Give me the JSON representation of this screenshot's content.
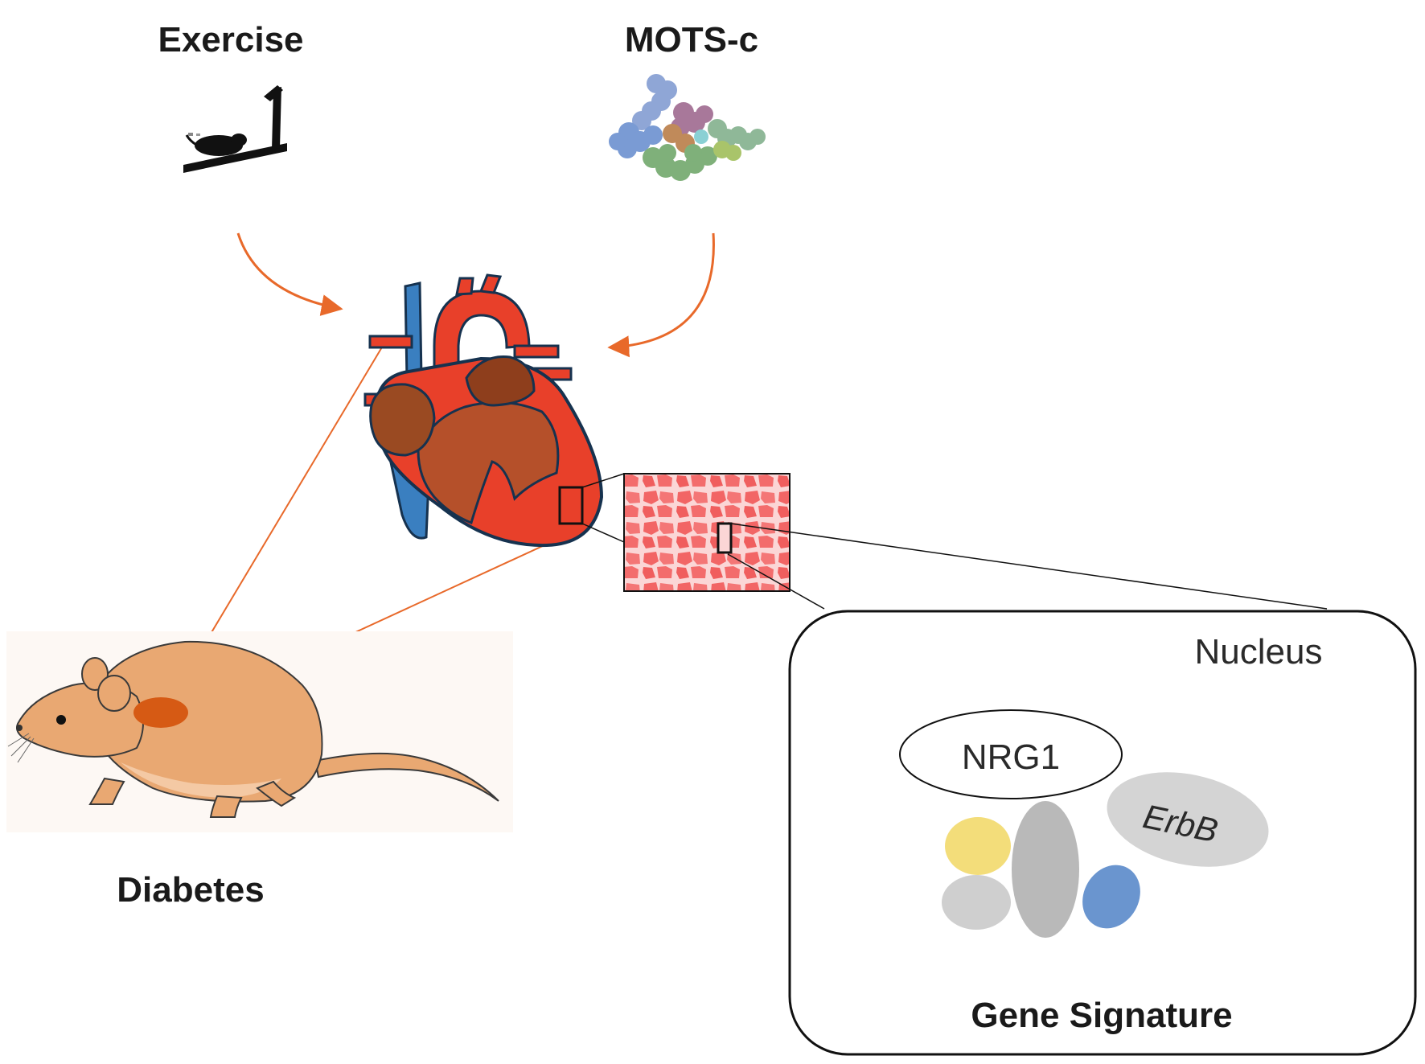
{
  "labels": {
    "exercise": "Exercise",
    "mots_c": "MOTS-c",
    "diabetes": "Diabetes",
    "nucleus": "Nucleus",
    "nrg1": "NRG1",
    "erbb": "ErbB",
    "gene_signature": "Gene Signature"
  },
  "colors": {
    "arrow": "#e8692a",
    "connector": "#e8692a",
    "heart_red": "#e8402a",
    "heart_brown": "#9a4a22",
    "vessel_blue": "#3a7fc0",
    "tissue": "#f26a6a",
    "mouse_body": "#e9a872",
    "mouse_spot": "#d65a14",
    "protein_yellow": "#f3dd7a",
    "protein_gray": "#b9b9b9",
    "protein_light_gray": "#cfcfcf",
    "protein_blue": "#6a95cf"
  },
  "icons": {
    "exercise": "treadmill-mouse-icon",
    "mots_c": "peptide-molecule-icon",
    "heart": "heart-icon",
    "mouse": "mouse-icon"
  }
}
